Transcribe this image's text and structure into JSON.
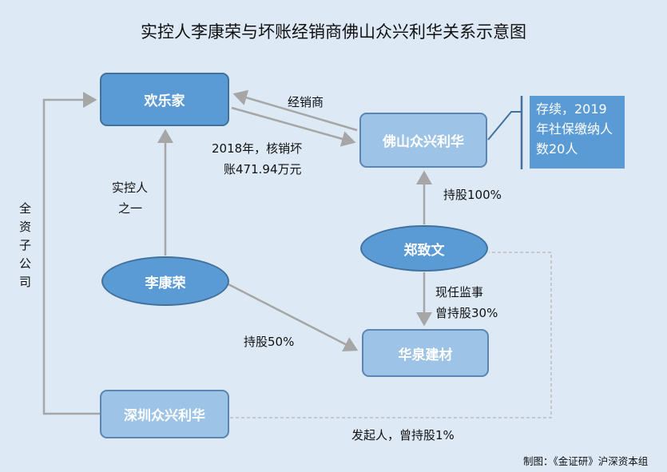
{
  "title": "实控人李康荣与坏账经销商佛山众兴利华关系示意图",
  "nodes": {
    "huanlejia": "欢乐家",
    "foshan": "佛山众兴利华",
    "zhengzhiwen": "郑致文",
    "likangrong": "李康荣",
    "huaquan": "华泉建材",
    "shenzhen": "深圳众兴利华"
  },
  "callout": "存续，2019年社保缴纳人数20人",
  "labels": {
    "dealer": "经销商",
    "writeoff_1": "2018年，核销坏",
    "writeoff_2": "账471.94万元",
    "controller_1": "实控人",
    "controller_2": "之一",
    "hold100": "持股100%",
    "supervisor_1": "现任监事",
    "supervisor_2": "曾持股30%",
    "hold50": "持股50%",
    "subsidiary": "全资子公司",
    "founder": "发起人，曾持股1%"
  },
  "credit": "制图：《金证研》沪深资本组"
}
